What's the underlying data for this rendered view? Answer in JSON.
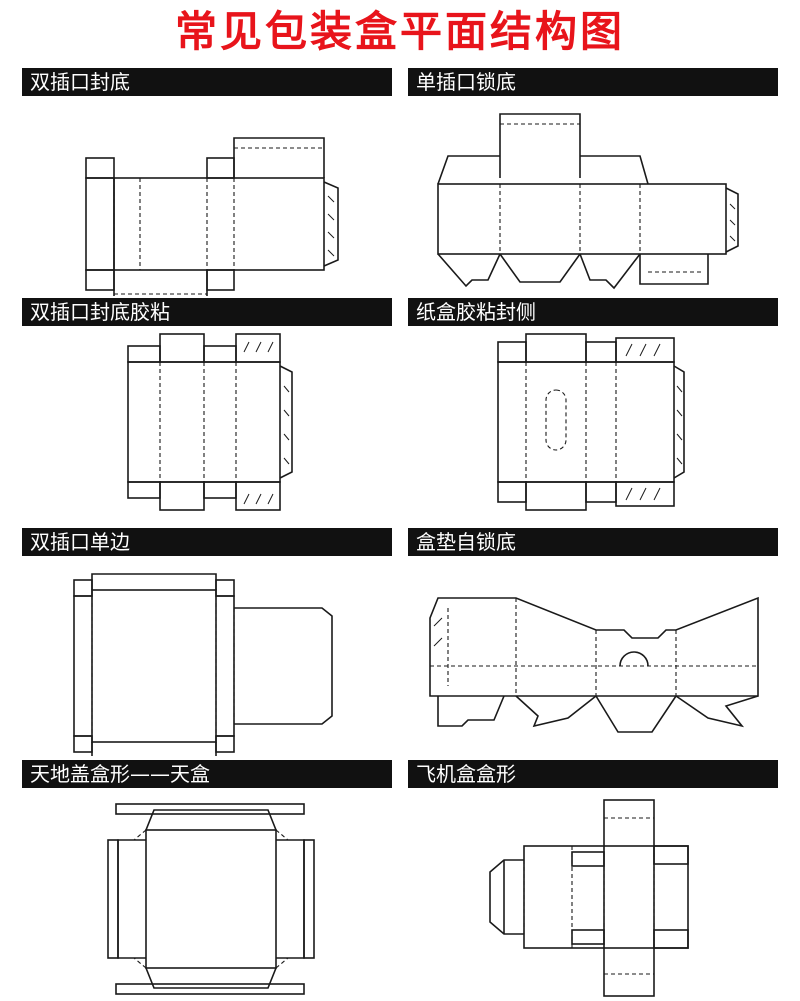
{
  "title": "常见包装盒平面结构图",
  "colors": {
    "title": "#e8141b",
    "header_bg": "#111111",
    "header_text": "#ffffff",
    "line": "#1a1a1a",
    "background": "#ffffff"
  },
  "panels": [
    {
      "label": "双插口封底"
    },
    {
      "label": "单插口锁底"
    },
    {
      "label": "双插口封底胶粘"
    },
    {
      "label": "纸盒胶粘封侧"
    },
    {
      "label": "双插口单边"
    },
    {
      "label": "盒垫自锁底"
    },
    {
      "label": "天地盖盒形——天盒"
    },
    {
      "label": "飞机盒盒形"
    }
  ]
}
